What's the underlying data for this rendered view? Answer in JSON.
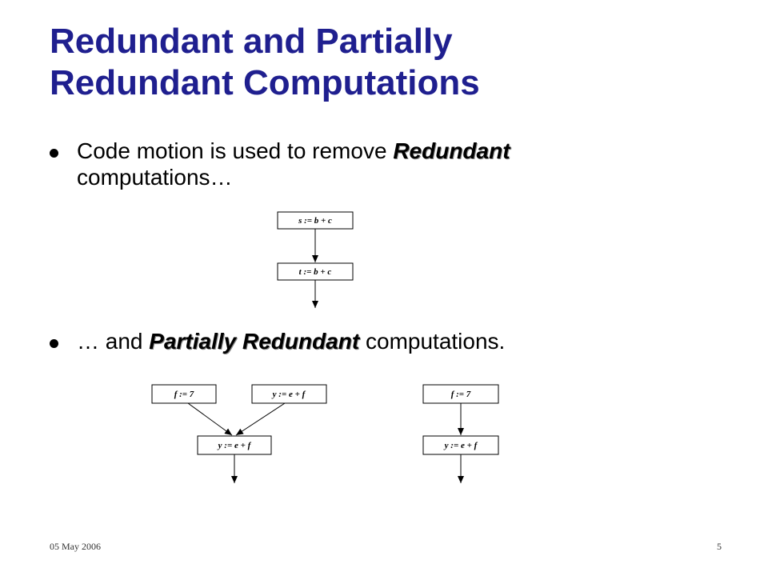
{
  "title": {
    "line1": "Redundant and Partially",
    "line2": "Redundant Computations"
  },
  "bullets": [
    {
      "prefix": "Code motion is used to remove ",
      "emphasis": "Redundant",
      "suffix": "computations…"
    },
    {
      "prefix": "… and ",
      "emphasis": "Partially Redundant",
      "suffix": " computations."
    }
  ],
  "diagram1": {
    "nodes": [
      "s := b + c",
      "t := b + c"
    ]
  },
  "diagram2": {
    "nodes": [
      "f := 7",
      "y := e + f",
      "y := e + f"
    ]
  },
  "diagram3": {
    "nodes": [
      "f := 7",
      "y := e + f"
    ]
  },
  "footer": {
    "date": "05 May 2006",
    "page": "5"
  },
  "colors": {
    "title": "#1f1f8f",
    "text": "#000000"
  }
}
